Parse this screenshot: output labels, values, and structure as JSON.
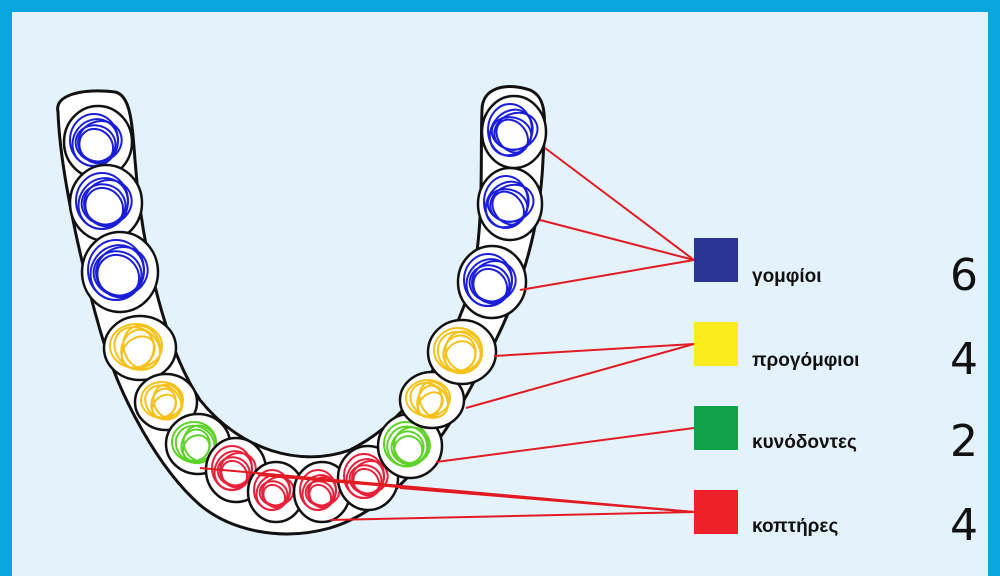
{
  "legend": [
    {
      "label": "γομφίοι",
      "count": "6",
      "color": "#2b3593",
      "tooth_color": "#1b1ed8"
    },
    {
      "label": "προγόμφιοι",
      "count": "4",
      "color": "#fcec1f",
      "tooth_color": "#f4c21a"
    },
    {
      "label": "κυνόδοντες",
      "count": "2",
      "color": "#11a24a",
      "tooth_color": "#5fd22c"
    },
    {
      "label": "κοπτήρες",
      "count": "4",
      "color": "#ee2129",
      "tooth_color": "#e8203a"
    }
  ],
  "colors": {
    "frame": "#0aa6df",
    "background": "#e3f2fb",
    "leader_lines": "#e21b23"
  }
}
